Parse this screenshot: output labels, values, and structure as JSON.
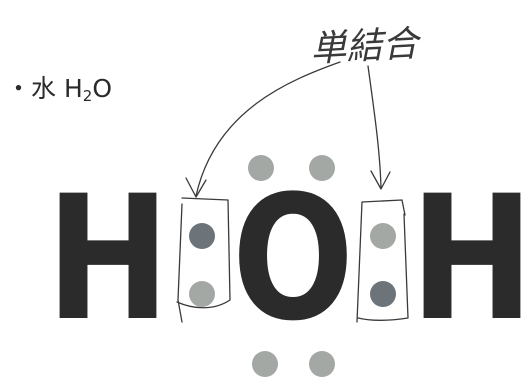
{
  "heading": {
    "bullet": "・",
    "name": "水",
    "formula_main": "H",
    "formula_sub": "2",
    "formula_end": "O"
  },
  "annotation": {
    "label": "単結合"
  },
  "molecule": {
    "left_atom": "H",
    "center_atom": "O",
    "right_atom": "H"
  },
  "colors": {
    "atom": "#2b2b2b",
    "electron_light": "#a4a8a5",
    "electron_dark": "#6c7479",
    "handwriting": "#3a3a3a"
  }
}
